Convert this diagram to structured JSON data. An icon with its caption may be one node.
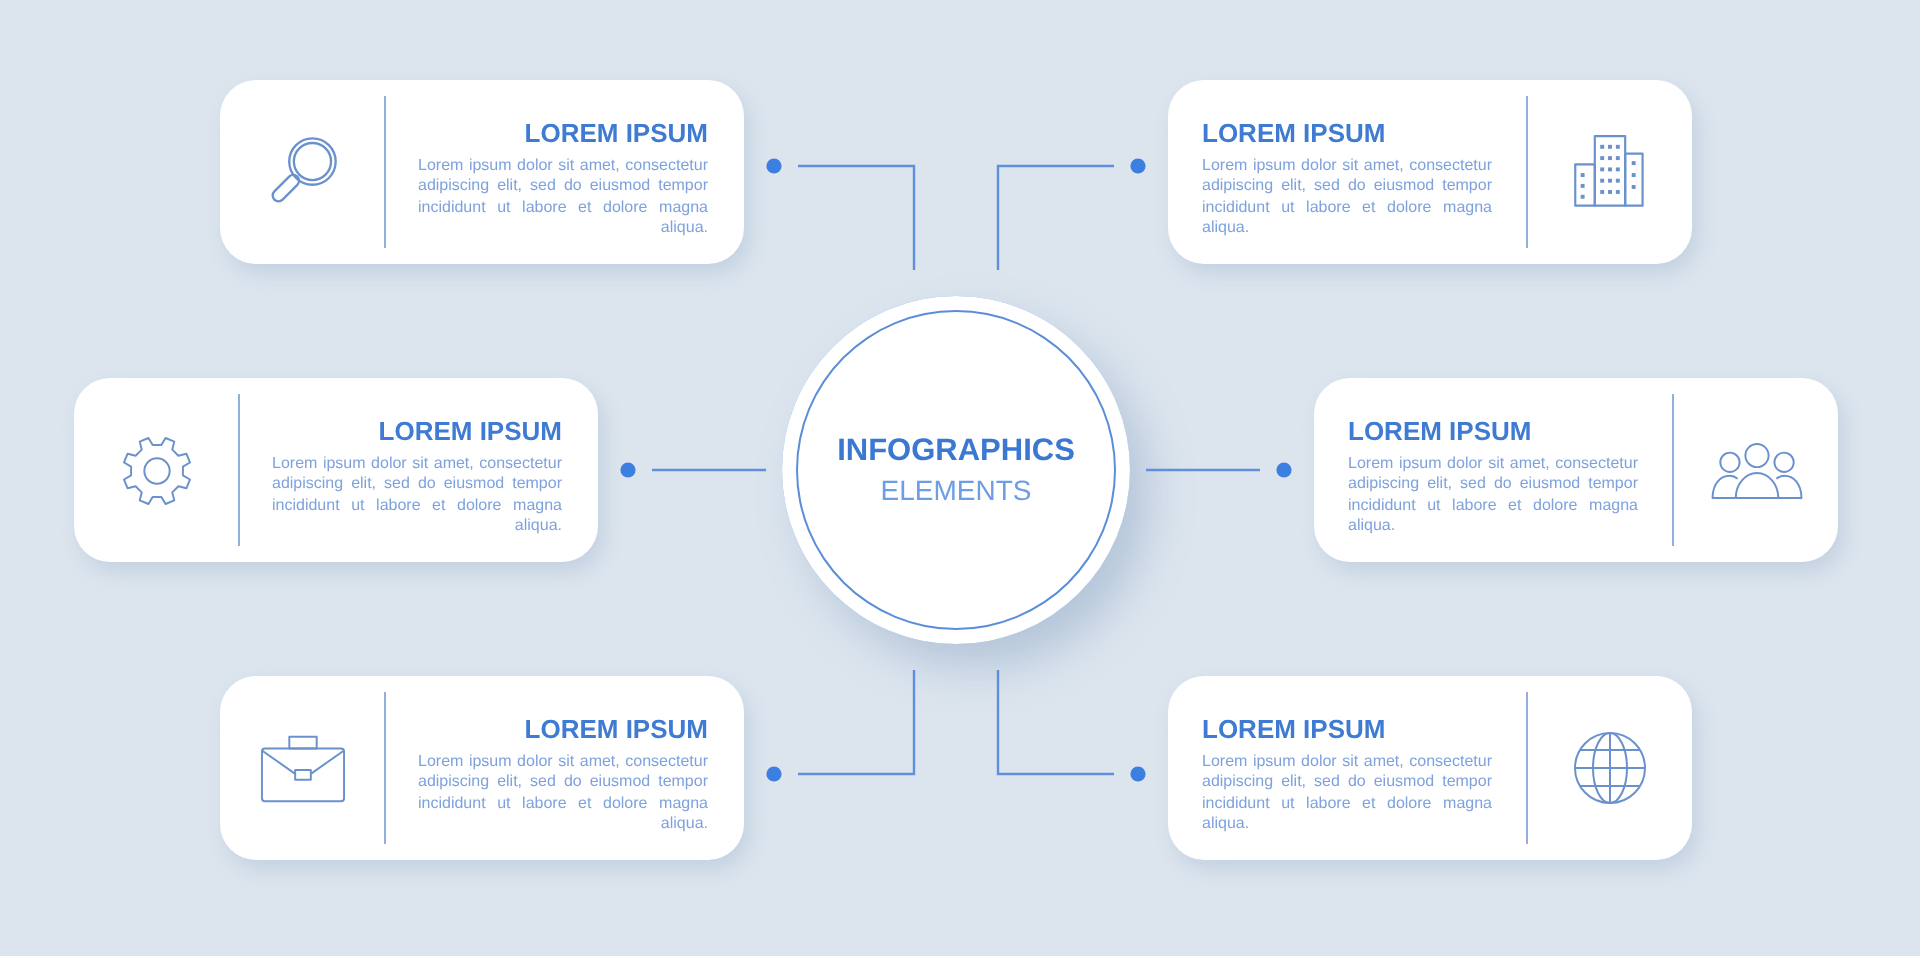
{
  "diagram": {
    "nodes": [
      {
        "text": [
          "LOREM IPSUM",
          "Lorem ipsum dolor sit amet, consectetur adipiscing elit, sed do eiusmod tempor incididunt ut labore et dolore magna aliqua."
        ]
      },
      {
        "text": [
          "LOREM IPSUM",
          "Lorem ipsum dolor sit amet, consectetur adipiscing elit, sed do eiusmod tempor incididunt ut labore et dolore magna aliqua."
        ]
      },
      {
        "text": [
          "LOREM IPSUM",
          "Lorem ipsum dolor sit amet, consectetur adipiscing elit, sed do eiusmod tempor incididunt ut labore et dolore magna aliqua."
        ]
      },
      {
        "text": [
          "INFOGRAPHICS",
          "ELEMENTS"
        ]
      },
      {
        "text": [
          "LOREM IPSUM",
          "Lorem ipsum dolor sit amet, consectetur adipiscing elit, sed do eiusmod tempor incididunt ut labore et dolore magna aliqua."
        ]
      },
      {
        "text": [
          "LOREM IPSUM",
          "Lorem ipsum dolor sit amet, consectetur adipiscing elit, sed do eiusmod tempor incididunt ut labore et dolore magna aliqua."
        ]
      },
      {
        "text": [
          "LOREM IPSUM",
          "Lorem ipsum dolor sit amet, consectetur adipiscing elit, sed do eiusmod tempor incididunt ut labore et dolore magna aliqua."
        ]
      }
    ],
    "edges": [
      {
        "from": 3,
        "to": 0,
        "arrow": "other"
      },
      {
        "from": 3,
        "to": 1,
        "arrow": "other"
      },
      {
        "from": 3,
        "to": 2,
        "arrow": "other"
      },
      {
        "from": 3,
        "to": 4,
        "arrow": "other"
      },
      {
        "from": 3,
        "to": 5,
        "arrow": "other"
      },
      {
        "from": 3,
        "to": 6,
        "arrow": "other"
      }
    ]
  }
}
